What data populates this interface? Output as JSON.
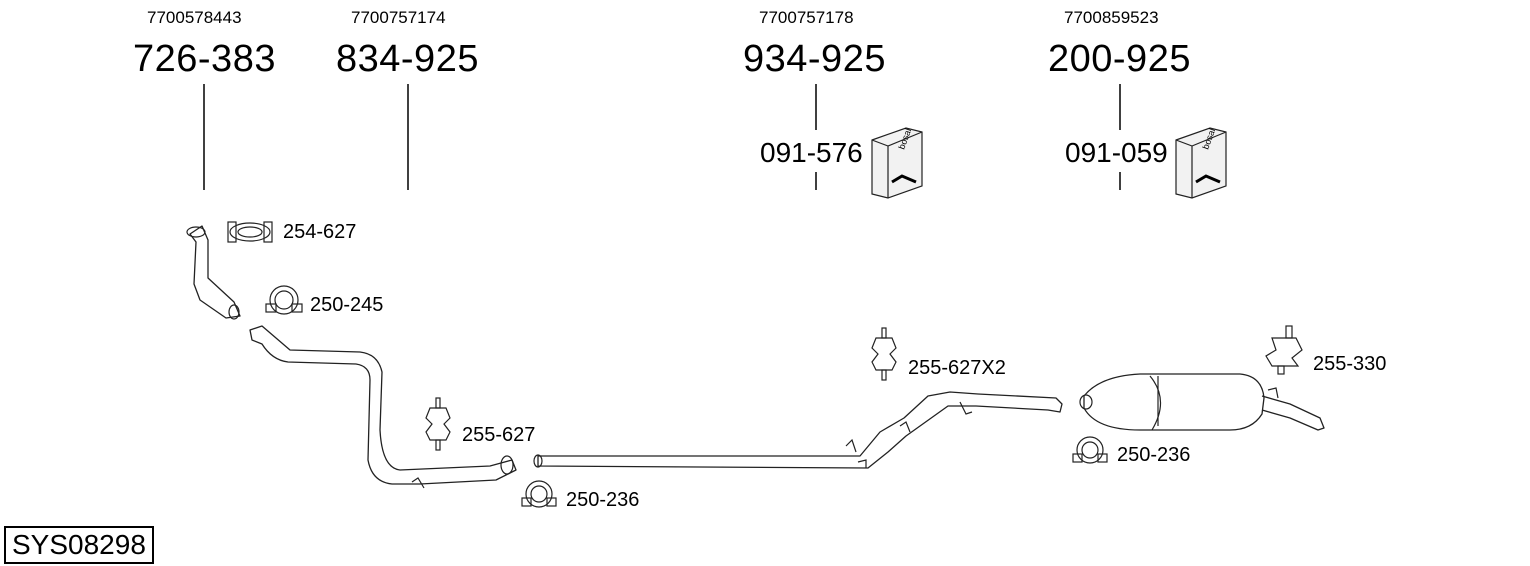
{
  "parts": [
    {
      "oem": "7700578443",
      "number": "726-383"
    },
    {
      "oem": "7700757174",
      "number": "834-925"
    },
    {
      "oem": "7700757178",
      "number": "934-925",
      "kit": "091-576"
    },
    {
      "oem": "7700859523",
      "number": "200-925",
      "kit": "091-059"
    }
  ],
  "accessories": {
    "clamp_top": "254-627",
    "clamp_1": "250-245",
    "mount_1": "255-627",
    "clamp_2": "250-236",
    "mount_2": "255-627X2",
    "clamp_3": "250-236",
    "mount_3": "255-330"
  },
  "system_id": "SYS08298",
  "kit_brand": "bosal"
}
